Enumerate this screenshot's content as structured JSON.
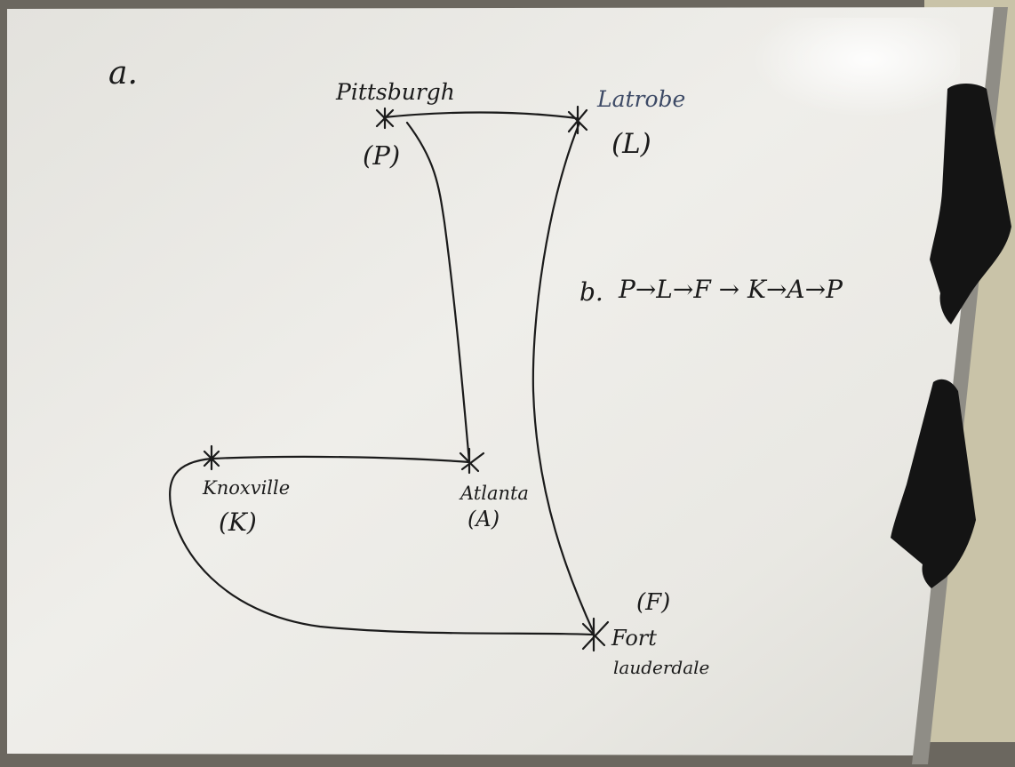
{
  "part_a": {
    "label": "a."
  },
  "cities": [
    {
      "id": "P",
      "name": "Pittsburgh",
      "abbr": "(P)"
    },
    {
      "id": "L",
      "name": "Latrobe",
      "abbr": "(L)"
    },
    {
      "id": "A",
      "name": "Atlanta",
      "abbr": "(A)"
    },
    {
      "id": "K",
      "name": "Knoxville",
      "abbr": "(K)"
    },
    {
      "id": "F",
      "name_line1": "Fort",
      "name_line2": "lauderdale",
      "abbr": "(F)"
    }
  ],
  "edges": [
    {
      "from": "P",
      "to": "L"
    },
    {
      "from": "L",
      "to": "F"
    },
    {
      "from": "F",
      "to": "K"
    },
    {
      "from": "K",
      "to": "A"
    },
    {
      "from": "A",
      "to": "P"
    }
  ],
  "part_b": {
    "label": "b.",
    "route": "P→L→F → K→A→P"
  },
  "colors": {
    "board": "#ebeae5",
    "board_shadow": "#d8d6cf",
    "ink": "#1b1b1b",
    "frame": "#8c8a84",
    "cloth": "#141414",
    "wall": "#c9c3a8"
  }
}
